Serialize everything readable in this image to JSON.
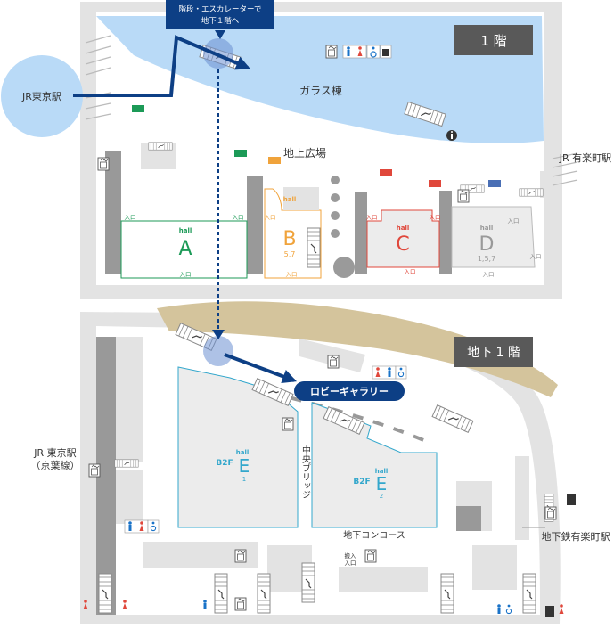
{
  "floors": {
    "f1": "1 階",
    "b1": "地下 1 階"
  },
  "callouts": {
    "stair_note_line1": "階段・エスカレーターで",
    "stair_note_line2": "地下１階へ",
    "lobby_gallery": "ロビーギャラリー"
  },
  "places": {
    "jr_tokyo": "JR東京駅",
    "glass_building": "ガラス棟",
    "ground_plaza": "地上広場",
    "jr_yurakucho": "JR 有楽町駅",
    "jr_tokyo_keiyo_1": "JR 東京駅",
    "jr_tokyo_keiyo_2": "（京葉線）",
    "central_bridge": "中央ブリッジ",
    "underground_concourse": "地下コンコース",
    "subway_yurakucho": "地下鉄有楽町駅",
    "delivery_entrance_1": "搬入",
    "delivery_entrance_2": "入口"
  },
  "halls": {
    "hall_word": "hall",
    "a": "A",
    "b": "B",
    "b_sub": "5,7",
    "c": "C",
    "d": "D",
    "d_sub": "1,5,7",
    "e1": "E",
    "e1_sub": "1",
    "e2": "E",
    "e2_sub": "2",
    "b2f": "B2F"
  },
  "entrance_label": "入口",
  "colors": {
    "navy": "#0d3f85",
    "glass_blue": "#b9daf7",
    "frame_gray": "#e3e3e3",
    "column_gray": "#999999",
    "hall_a": "#1c9a57",
    "hall_b": "#f0a33b",
    "hall_c": "#e0473b",
    "hall_d": "#999999",
    "hall_e": "#33a7cc",
    "tan": "#d4c49c"
  },
  "icons": [
    "elevator-icon",
    "restroom-icon",
    "accessible-icon",
    "locker-icon",
    "escalator-icon",
    "info-icon",
    "exit-sign-icon"
  ]
}
